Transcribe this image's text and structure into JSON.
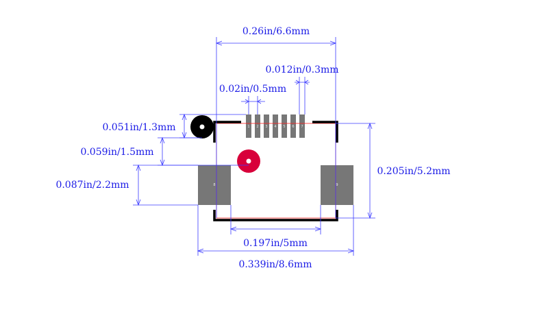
{
  "dimensions": {
    "total_width_top": "0.26in/6.6mm",
    "pin_width": "0.012in/0.3mm",
    "pin_pitch": "0.02in/0.5mm",
    "hole_offset": "0.051in/1.3mm",
    "pad_offset": "0.059in/1.5mm",
    "pad_height": "0.087in/2.2mm",
    "body_height": "0.205in/5.2mm",
    "inner_width": "0.197in/5mm",
    "total_width_bottom": "0.339in/8.6mm"
  },
  "pins": [
    "1",
    "2",
    "3",
    "4",
    "5",
    "6",
    "7"
  ],
  "mount_pads": [
    "8",
    "9"
  ],
  "colors": {
    "dimension": "#3a3aff",
    "dimension_text": "#1a1ae6",
    "pad": "#777777",
    "silkscreen": "#000000",
    "outline": "#ff2020",
    "pin1_marker": "#d8003a"
  }
}
